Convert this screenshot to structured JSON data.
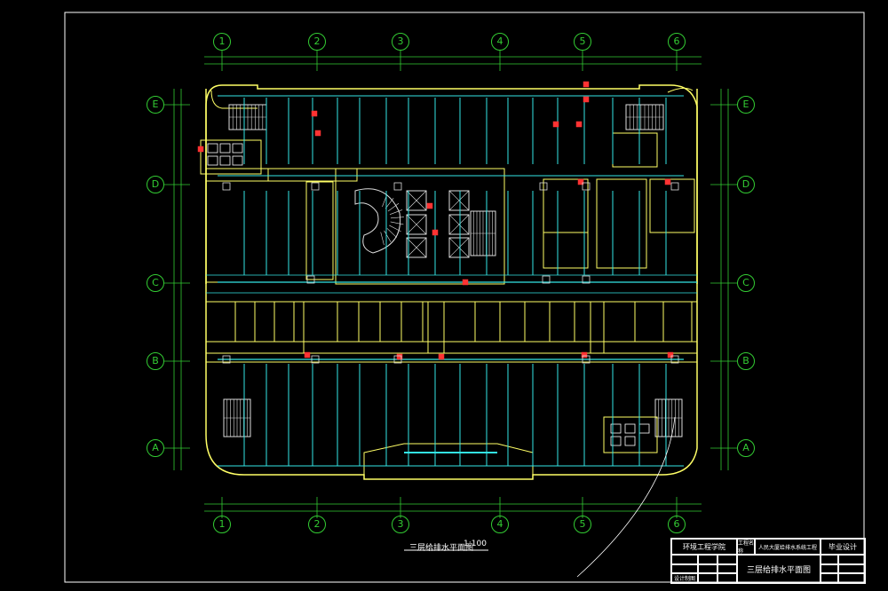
{
  "drawing": {
    "caption": "三层给排水平面图",
    "scale": "1:100"
  },
  "grid": {
    "columns": [
      "1",
      "2",
      "3",
      "4",
      "5",
      "6"
    ],
    "rows": [
      "E",
      "D",
      "C",
      "B",
      "A"
    ]
  },
  "title_block": {
    "school": "环境工程学院",
    "project_label": "工程名称",
    "project": "人民大厦给排水系统工程",
    "stage": "毕业设计",
    "sheet_title": "三层给排水平面图",
    "left_rows": [
      "",
      "",
      "设计制图"
    ],
    "right_rows": [
      "",
      "",
      ""
    ]
  },
  "colors": {
    "background": "#000000",
    "frame": "#ffffff",
    "walls": "#ffff66",
    "pipes": "#33e6e6",
    "grid": "#33cc33",
    "fixtures": "#ff3333"
  }
}
